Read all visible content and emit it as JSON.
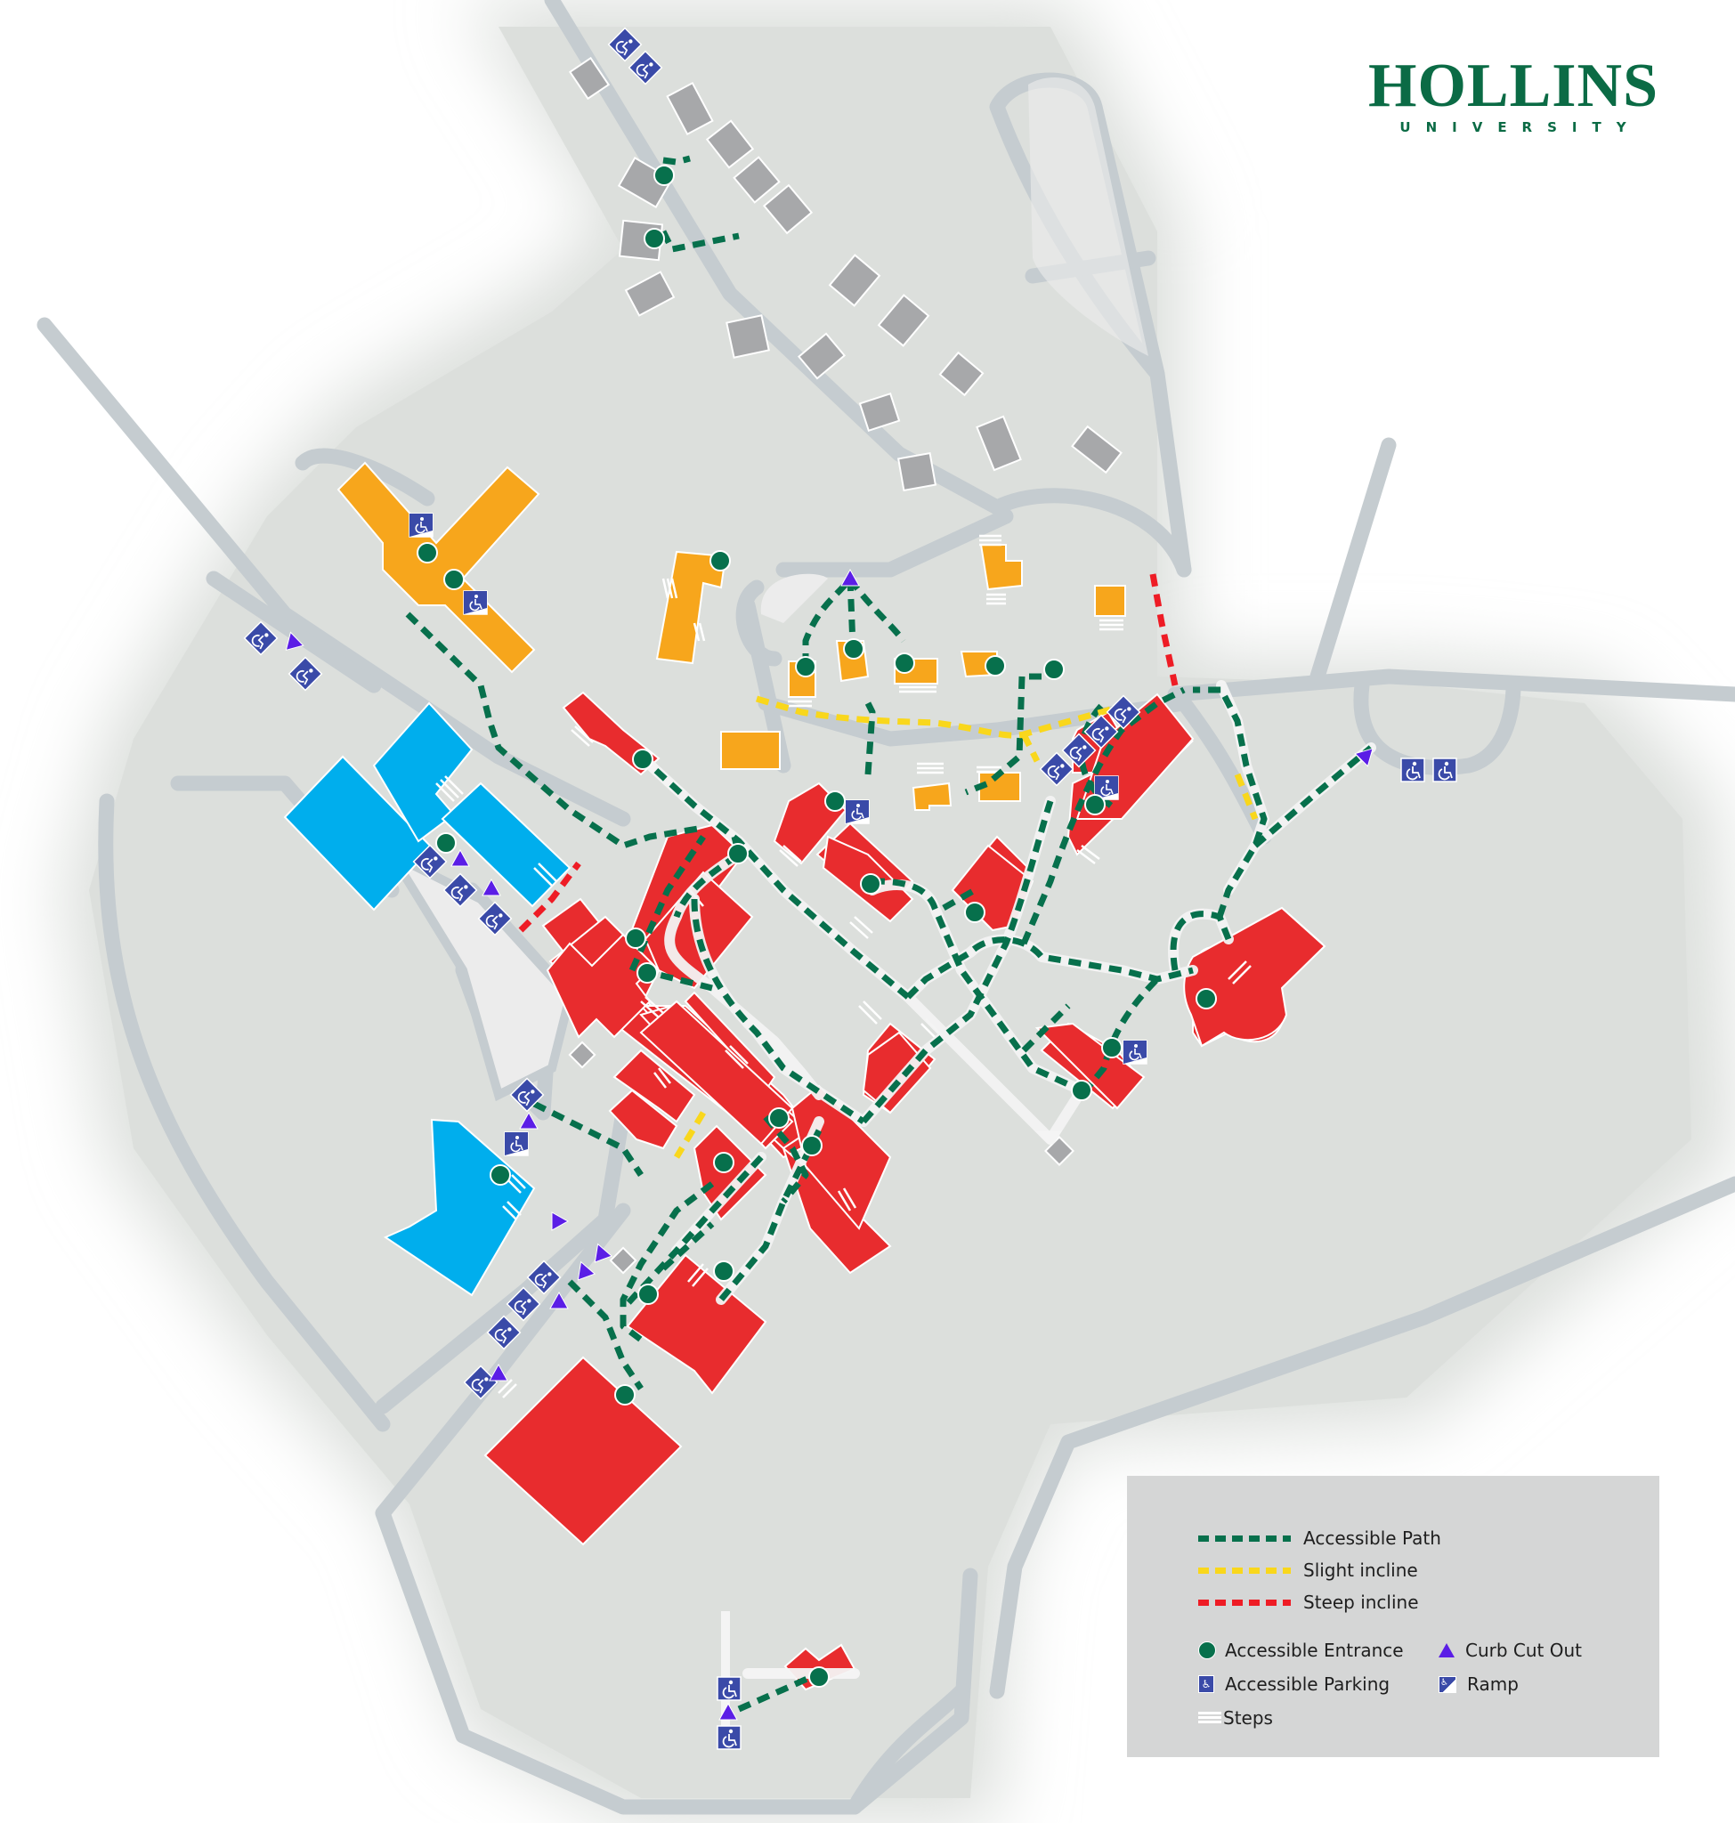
{
  "logo": {
    "name": "HOLLINS",
    "subtitle": "UNIVERSITY",
    "color": "#0b6b45"
  },
  "colors": {
    "background": "#dcdfdc",
    "road": "#c5ccd0",
    "building_academic": "#e82c2e",
    "building_residential": "#f7a61c",
    "building_athletic": "#00aeed",
    "building_other": "#a7a8aa",
    "accessible_path": "#07704c",
    "slight_incline": "#f9d71c",
    "steep_incline": "#ee1c25",
    "curb_cut": "#5b1ee6",
    "parking": "#3a4aa8"
  },
  "legend": {
    "paths": [
      {
        "label": "Accessible Path",
        "color": "#07704c"
      },
      {
        "label": "Slight incline",
        "color": "#f9d71c"
      },
      {
        "label": "Steep incline",
        "color": "#ee1c25"
      }
    ],
    "symbols": [
      {
        "label": "Accessible Entrance",
        "icon": "green-circle"
      },
      {
        "label": "Curb Cut Out",
        "icon": "purple-triangle"
      },
      {
        "label": "Accessible Parking",
        "icon": "wheelchair-square"
      },
      {
        "label": "Ramp",
        "icon": "ramp-square"
      },
      {
        "label": "Steps",
        "icon": "white-lines"
      }
    ]
  }
}
